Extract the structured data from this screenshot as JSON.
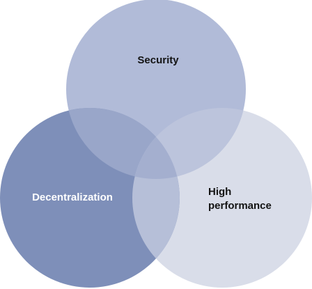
{
  "diagram": {
    "type": "venn",
    "sets": [
      {
        "id": "security",
        "label_lines": [
          "Security"
        ],
        "color": "#b1bbd8",
        "label_color": "#141414"
      },
      {
        "id": "decentralization",
        "label_lines": [
          "Decentralization"
        ],
        "color": "#7e8fb9",
        "label_color": "#ffffff"
      },
      {
        "id": "high-performance",
        "label_lines": [
          "High",
          "performance"
        ],
        "color": "#d9dde9",
        "label_color": "#141414"
      }
    ]
  }
}
